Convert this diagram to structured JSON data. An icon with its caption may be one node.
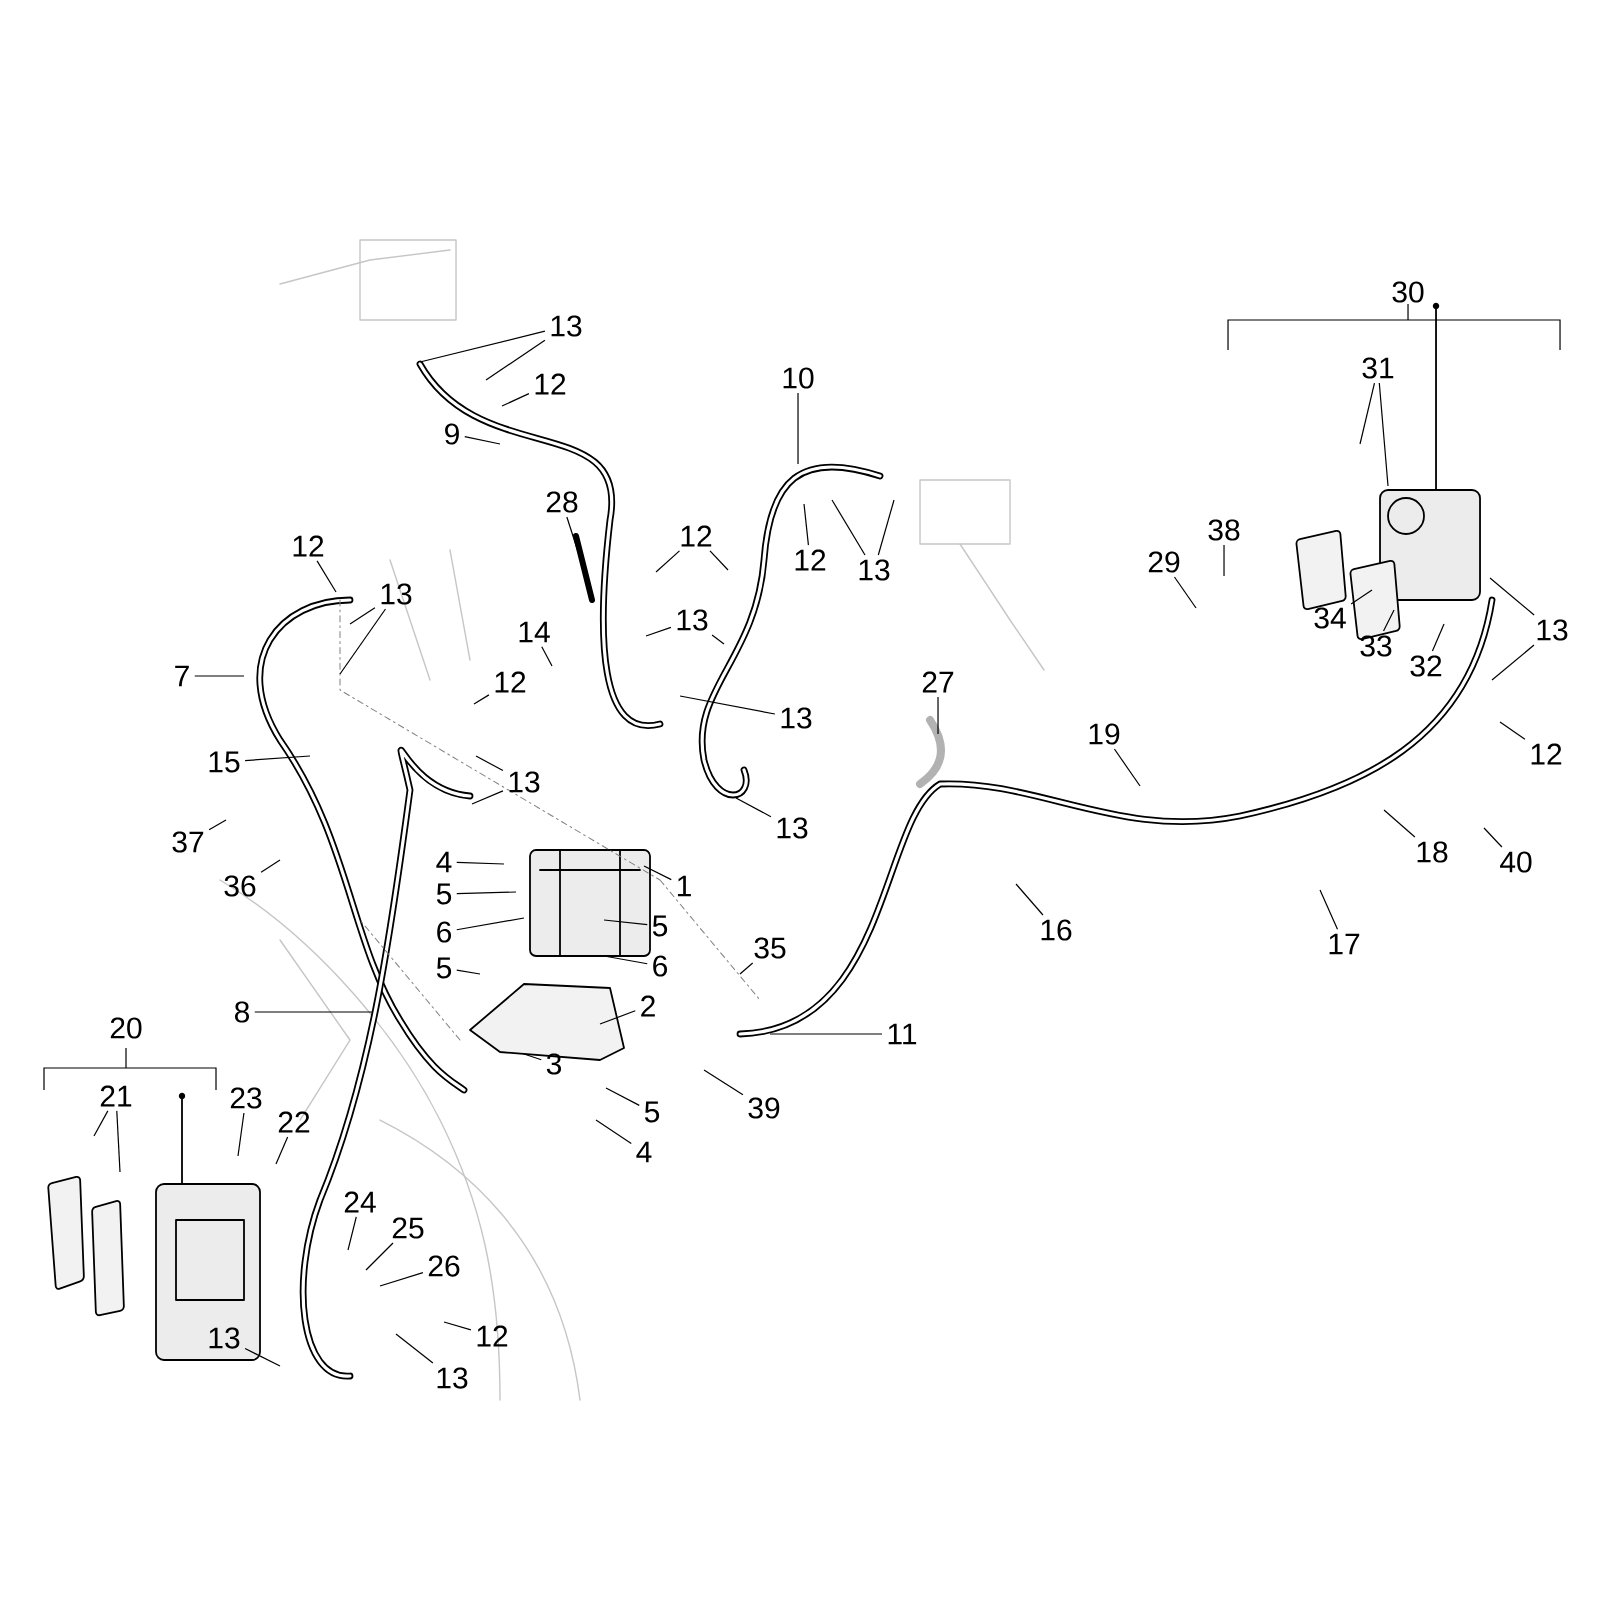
{
  "diagram": {
    "nodes": [
      {
        "text": [
          "13"
        ]
      },
      {
        "text": [
          "12"
        ]
      },
      {
        "text": [
          "9"
        ]
      },
      {
        "text": [
          "10"
        ]
      },
      {
        "text": [
          "12"
        ]
      },
      {
        "text": [
          "13"
        ]
      },
      {
        "text": [
          "31"
        ]
      },
      {
        "text": [
          "28"
        ]
      },
      {
        "text": [
          "12"
        ]
      },
      {
        "text": [
          "13"
        ]
      },
      {
        "text": [
          "12"
        ]
      },
      {
        "text": [
          "13"
        ]
      },
      {
        "text": [
          "29"
        ]
      },
      {
        "text": [
          "38"
        ]
      },
      {
        "text": [
          "14"
        ]
      },
      {
        "text": [
          "7"
        ]
      },
      {
        "text": [
          "12"
        ]
      },
      {
        "text": [
          "27"
        ]
      },
      {
        "text": [
          "34"
        ]
      },
      {
        "text": [
          "33"
        ]
      },
      {
        "text": [
          "32"
        ]
      },
      {
        "text": [
          "13"
        ]
      },
      {
        "text": [
          "13"
        ]
      },
      {
        "text": [
          "12"
        ]
      },
      {
        "text": [
          "15"
        ]
      },
      {
        "text": [
          "13"
        ]
      },
      {
        "text": [
          "19"
        ]
      },
      {
        "text": [
          "37"
        ]
      },
      {
        "text": [
          "13"
        ]
      },
      {
        "text": [
          "36"
        ]
      },
      {
        "text": [
          "4"
        ]
      },
      {
        "text": [
          "1"
        ]
      },
      {
        "text": [
          "16"
        ]
      },
      {
        "text": [
          "17"
        ]
      },
      {
        "text": [
          "18"
        ]
      },
      {
        "text": [
          "40"
        ]
      },
      {
        "text": [
          "5"
        ]
      },
      {
        "text": [
          "6"
        ]
      },
      {
        "text": [
          "5"
        ]
      },
      {
        "text": [
          "35"
        ]
      },
      {
        "text": [
          "5"
        ]
      },
      {
        "text": [
          "6"
        ]
      },
      {
        "text": [
          "8"
        ]
      },
      {
        "text": [
          "2"
        ]
      },
      {
        "text": [
          "11"
        ]
      },
      {
        "text": [
          "3"
        ]
      },
      {
        "text": [
          "39"
        ]
      },
      {
        "text": [
          "21"
        ]
      },
      {
        "text": [
          "23"
        ]
      },
      {
        "text": [
          "22"
        ]
      },
      {
        "text": [
          "5"
        ]
      },
      {
        "text": [
          "4"
        ]
      },
      {
        "text": [
          "24"
        ]
      },
      {
        "text": [
          "25"
        ]
      },
      {
        "text": [
          "26"
        ]
      },
      {
        "text": [
          "12"
        ]
      },
      {
        "text": [
          "13"
        ]
      },
      {
        "text": [
          "13"
        ]
      }
    ],
    "edges": [
      {
        "from": 0,
        "to": null,
        "arrow": "none"
      },
      {
        "from": 0,
        "to": null,
        "arrow": "none"
      },
      {
        "from": 1,
        "to": null,
        "arrow": "none"
      },
      {
        "from": 2,
        "to": null,
        "arrow": "none"
      },
      {
        "from": 3,
        "to": null,
        "arrow": "none"
      },
      {
        "from": 4,
        "to": null,
        "arrow": "none"
      },
      {
        "from": 5,
        "to": null,
        "arrow": "none"
      },
      {
        "from": 5,
        "to": null,
        "arrow": "none"
      },
      {
        "from": 6,
        "to": null,
        "arrow": "none"
      },
      {
        "from": 6,
        "to": null,
        "arrow": "none"
      },
      {
        "from": 7,
        "to": null,
        "arrow": "none"
      },
      {
        "from": 8,
        "to": null,
        "arrow": "none"
      },
      {
        "from": 9,
        "to": null,
        "arrow": "none"
      },
      {
        "from": 9,
        "to": null,
        "arrow": "none"
      },
      {
        "from": 10,
        "to": null,
        "arrow": "none"
      },
      {
        "from": 10,
        "to": null,
        "arrow": "none"
      },
      {
        "from": 11,
        "to": null,
        "arrow": "none"
      },
      {
        "from": 11,
        "to": null,
        "arrow": "none"
      },
      {
        "from": 12,
        "to": null,
        "arrow": "none"
      },
      {
        "from": 13,
        "to": null,
        "arrow": "none"
      },
      {
        "from": 14,
        "to": null,
        "arrow": "none"
      },
      {
        "from": 15,
        "to": null,
        "arrow": "none"
      },
      {
        "from": 16,
        "to": null,
        "arrow": "none"
      },
      {
        "from": 17,
        "to": null,
        "arrow": "none"
      },
      {
        "from": 18,
        "to": null,
        "arrow": "none"
      },
      {
        "from": 19,
        "to": null,
        "arrow": "none"
      },
      {
        "from": 20,
        "to": null,
        "arrow": "none"
      },
      {
        "from": 21,
        "to": null,
        "arrow": "none"
      },
      {
        "from": 21,
        "to": null,
        "arrow": "none"
      },
      {
        "from": 22,
        "to": null,
        "arrow": "none"
      },
      {
        "from": 23,
        "to": null,
        "arrow": "none"
      },
      {
        "from": 24,
        "to": null,
        "arrow": "none"
      },
      {
        "from": 25,
        "to": null,
        "arrow": "none"
      },
      {
        "from": 25,
        "to": null,
        "arrow": "none"
      },
      {
        "from": 26,
        "to": null,
        "arrow": "none"
      },
      {
        "from": 27,
        "to": null,
        "arrow": "none"
      },
      {
        "from": 28,
        "to": null,
        "arrow": "none"
      },
      {
        "from": 29,
        "to": null,
        "arrow": "none"
      },
      {
        "from": 30,
        "to": null,
        "arrow": "none"
      },
      {
        "from": 31,
        "to": null,
        "arrow": "none"
      },
      {
        "from": 32,
        "to": null,
        "arrow": "none"
      },
      {
        "from": 33,
        "to": null,
        "arrow": "none"
      },
      {
        "from": 34,
        "to": null,
        "arrow": "none"
      },
      {
        "from": 35,
        "to": null,
        "arrow": "none"
      },
      {
        "from": 36,
        "to": null,
        "arrow": "none"
      },
      {
        "from": 37,
        "to": null,
        "arrow": "none"
      },
      {
        "from": 38,
        "to": null,
        "arrow": "none"
      },
      {
        "from": 39,
        "to": null,
        "arrow": "none"
      },
      {
        "from": 40,
        "to": null,
        "arrow": "none"
      },
      {
        "from": 41,
        "to": null,
        "arrow": "none"
      },
      {
        "from": 42,
        "to": null,
        "arrow": "none"
      },
      {
        "from": 43,
        "to": null,
        "arrow": "none"
      },
      {
        "from": 44,
        "to": null,
        "arrow": "none"
      },
      {
        "from": 45,
        "to": null,
        "arrow": "none"
      },
      {
        "from": 46,
        "to": null,
        "arrow": "none"
      },
      {
        "from": 47,
        "to": null,
        "arrow": "none"
      },
      {
        "from": 47,
        "to": null,
        "arrow": "none"
      },
      {
        "from": 48,
        "to": null,
        "arrow": "none"
      },
      {
        "from": 49,
        "to": null,
        "arrow": "none"
      },
      {
        "from": 50,
        "to": null,
        "arrow": "none"
      },
      {
        "from": 51,
        "to": null,
        "arrow": "none"
      },
      {
        "from": 52,
        "to": null,
        "arrow": "none"
      },
      {
        "from": 53,
        "to": null,
        "arrow": "none"
      },
      {
        "from": 54,
        "to": null,
        "arrow": "none"
      },
      {
        "from": 55,
        "to": null,
        "arrow": "none"
      },
      {
        "from": 56,
        "to": null,
        "arrow": "none"
      },
      {
        "from": 57,
        "to": null,
        "arrow": "none"
      }
    ],
    "labels": [
      "30",
      "20"
    ]
  }
}
